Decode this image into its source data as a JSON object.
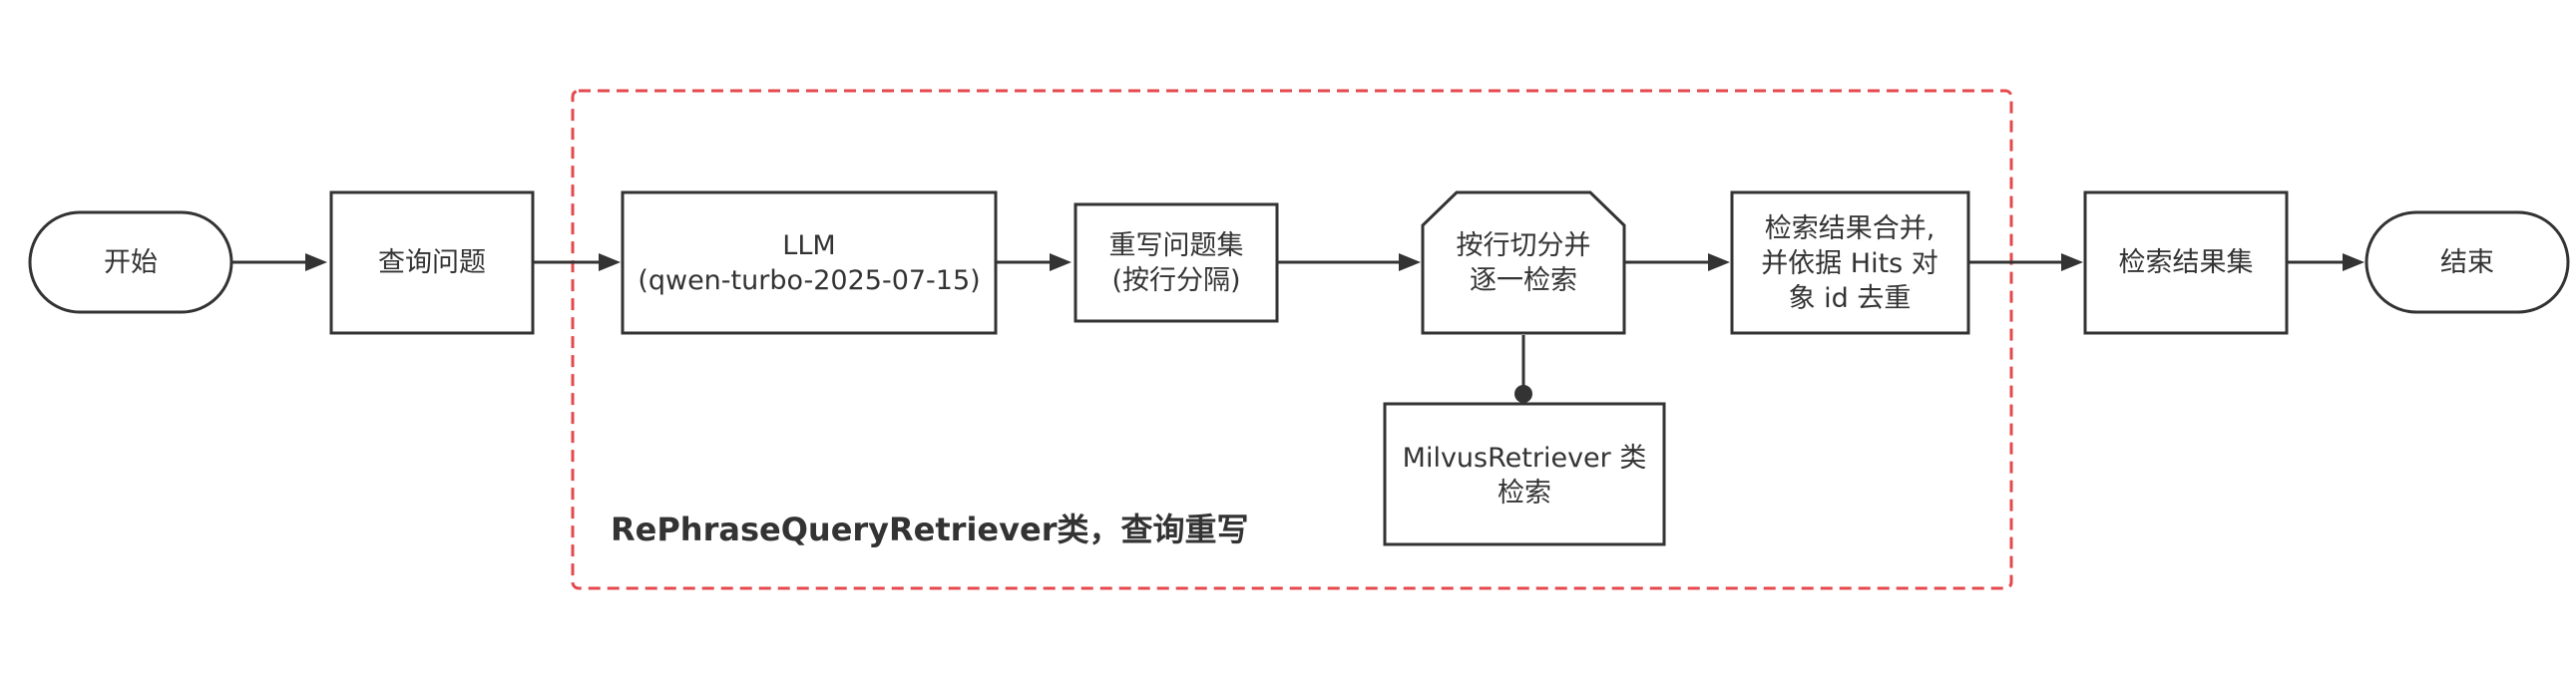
{
  "group": {
    "title": "RePhraseQueryRetriever类，查询重写",
    "border_color": "#e5484d"
  },
  "nodes": {
    "start": {
      "label": "开始"
    },
    "query": {
      "label": "查询问题"
    },
    "llm": {
      "line1": "LLM",
      "line2": "(qwen-turbo-2025-07-15)"
    },
    "rewrite": {
      "line1": "重写问题集",
      "line2": "(按行分隔)"
    },
    "split": {
      "line1": "按行切分并",
      "line2": "逐一检索"
    },
    "merge": {
      "line1": "检索结果合并,",
      "line2": "并依据 Hits 对",
      "line3": "象 id 去重"
    },
    "results": {
      "label": "检索结果集"
    },
    "end": {
      "label": "结束"
    },
    "milvus": {
      "line1": "MilvusRetriever 类",
      "line2": "检索"
    }
  },
  "colors": {
    "line": "#333333",
    "dashed_border": "#e5484d",
    "background": "#ffffff"
  }
}
